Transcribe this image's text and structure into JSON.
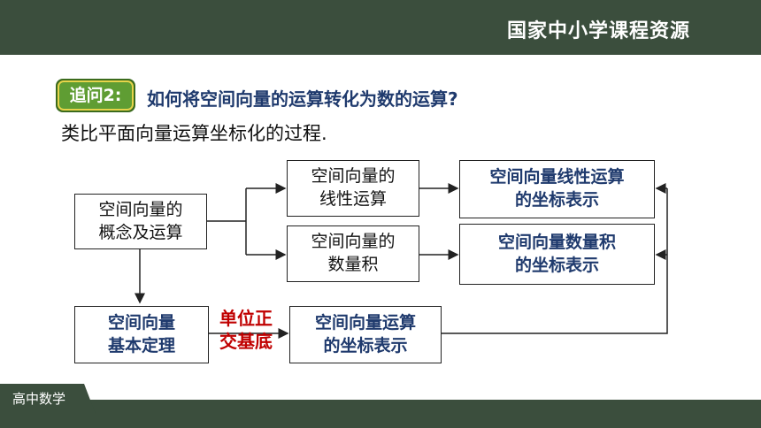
{
  "header": {
    "brand": "国家中小学课程资源"
  },
  "footer": {
    "subject": "高中数学"
  },
  "question": {
    "badge": "追问2:",
    "text": "如何将空间向量的运算转化为数的运算?"
  },
  "analogy": "类比平面向量运算坐标化的过程.",
  "diagram": {
    "concepts": {
      "line1": "空间向量的",
      "line2": "概念及运算"
    },
    "linear_ops": {
      "line1": "空间向量的",
      "line2": "线性运算"
    },
    "dot_product": {
      "line1": "空间向量的",
      "line2": "数量积"
    },
    "linear_coord": {
      "line1": "空间向量线性运算",
      "line2": "的坐标表示"
    },
    "dot_coord": {
      "line1": "空间向量数量积",
      "line2": "的坐标表示"
    },
    "basic_theorem": {
      "line1": "空间向量",
      "line2": "基本定理"
    },
    "ortho_basis": {
      "line1": "单位正",
      "line2": "交基底"
    },
    "ops_coord": {
      "line1": "空间向量运算",
      "line2": "的坐标表示"
    }
  },
  "colors": {
    "bar": "#3b4e3d",
    "badge": "#5f9d33",
    "bold_text": "#1f3a6d",
    "red_text": "#c00000"
  }
}
